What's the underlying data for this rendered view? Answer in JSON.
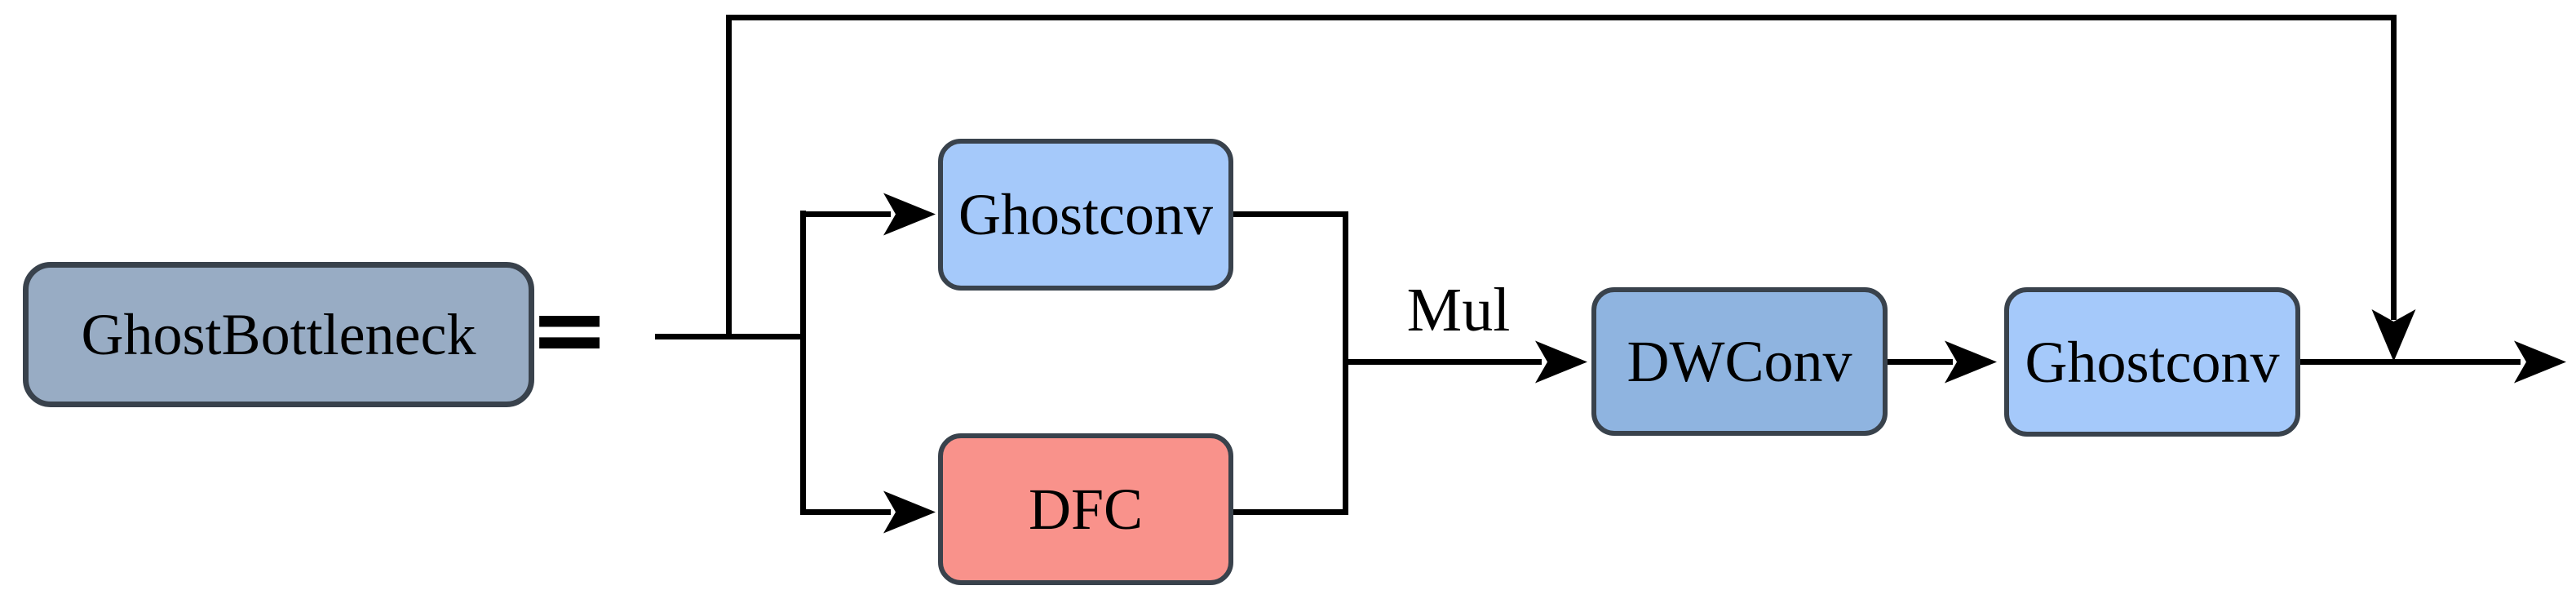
{
  "diagram": {
    "description_type": "neural-network-block-diagram",
    "title_node": {
      "label": "GhostBottleneck",
      "fill": "#98ACC4"
    },
    "equals_label": "=",
    "nodes": [
      {
        "id": "ghostconv1",
        "label": "Ghostconv",
        "fill": "#A5C9FA"
      },
      {
        "id": "dfc",
        "label": "DFC",
        "fill": "#F9928B"
      },
      {
        "id": "dwconv",
        "label": "DWConv",
        "fill": "#8FB4E0"
      },
      {
        "id": "ghostconv2",
        "label": "Ghostconv",
        "fill": "#A5C9FA"
      }
    ],
    "edge_labels": {
      "mul": "Mul"
    },
    "edges": [
      "input -> branch-split",
      "branch-split -> Ghostconv (top)",
      "branch-split -> DFC (bottom)",
      "Ghostconv + DFC -> Mul -> DWConv",
      "DWConv -> Ghostconv",
      "skip connection: input -> over the top -> merge before output",
      "merge -> output arrow"
    ],
    "colors": {
      "background": "#FFFFFF",
      "line": "#000000",
      "node_border": "#39424C",
      "text": "#000000"
    }
  }
}
